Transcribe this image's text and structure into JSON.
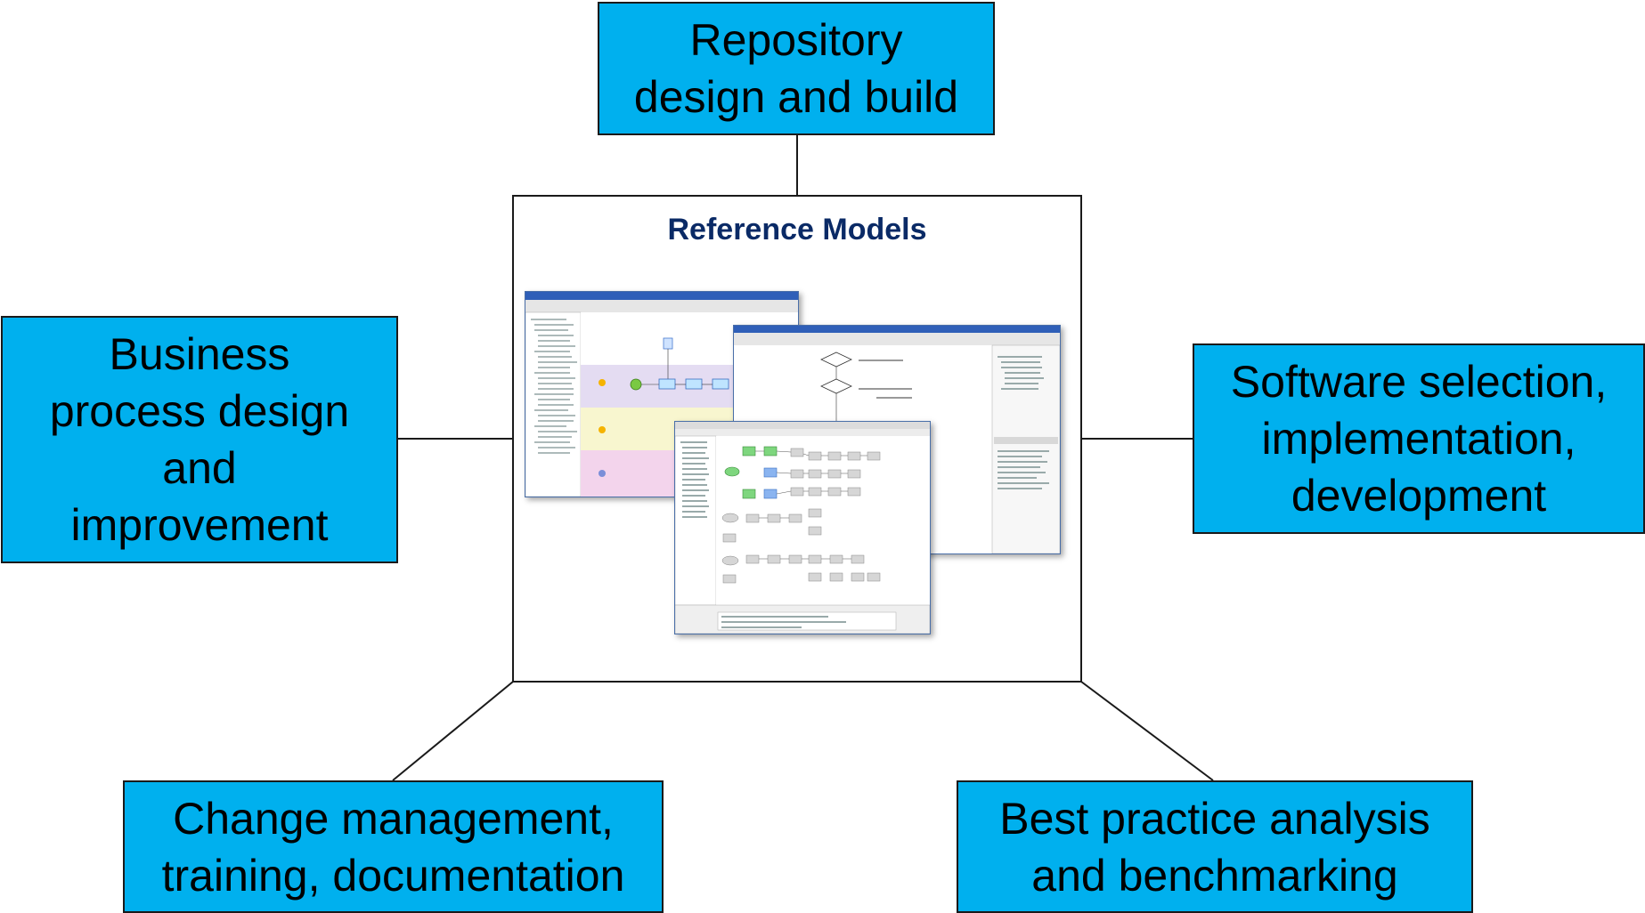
{
  "boxes": {
    "top": "Repository\ndesign and build",
    "left": "Business\nprocess design\nand\nimprovement",
    "right": "Software selection,\nimplementation,\ndevelopment",
    "bottom_left": "Change management,\ntraining, documentation",
    "bottom_right": "Best practice analysis\nand benchmarking"
  },
  "center": {
    "title": "Reference Models"
  },
  "colors": {
    "box_fill": "#00b0ee",
    "title": "#0a2a66",
    "border": "#1a1a1a"
  }
}
